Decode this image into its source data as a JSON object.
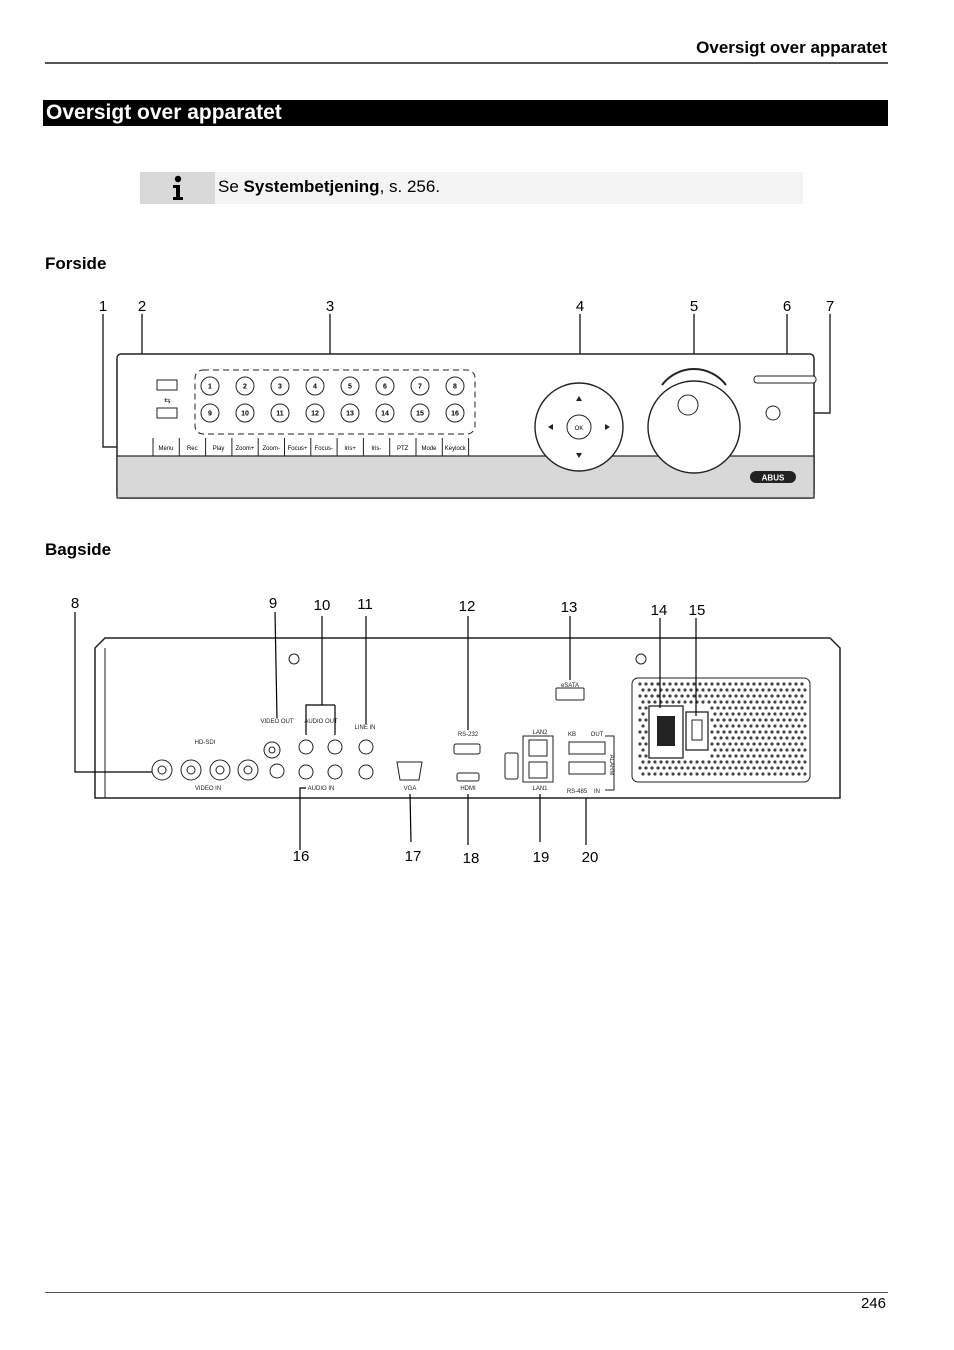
{
  "header": {
    "running_title": "Oversigt over apparatet"
  },
  "section": {
    "title": "Oversigt over apparatet"
  },
  "note": {
    "icon": "info-icon",
    "prefix": "Se ",
    "bold": "Systembetjening",
    "suffix": ", s. 256."
  },
  "front": {
    "heading": "Forside",
    "callouts": [
      "1",
      "2",
      "3",
      "4",
      "5",
      "6",
      "7"
    ],
    "channel_buttons": [
      "1",
      "2",
      "3",
      "4",
      "5",
      "6",
      "7",
      "8",
      "9",
      "10",
      "11",
      "12",
      "13",
      "14",
      "15",
      "16"
    ],
    "function_buttons": [
      "Menu",
      "Rec",
      "Play",
      "Zoom+",
      "Zoom-",
      "Focus+",
      "Focus-",
      "Iris+",
      "Iris-",
      "PTZ",
      "Mode",
      "Keylock"
    ],
    "ok_label": "OK",
    "brand": "ABUS"
  },
  "back": {
    "heading": "Bagside",
    "callouts": [
      "8",
      "9",
      "10",
      "11",
      "12",
      "13",
      "14",
      "15",
      "16",
      "17",
      "18",
      "19",
      "20"
    ],
    "labels": {
      "hd_sdi": "HD-SDI",
      "video_in": "VIDEO IN",
      "video_out": "VIDEO OUT",
      "audio_out": "AUDIO OUT",
      "line_in": "LINE IN",
      "audio_in": "AUDIO IN",
      "vga": "VGA",
      "rs232": "RS-232",
      "hdmi": "HDMI",
      "esata": "eSATA",
      "lan2": "LAN2",
      "lan1": "LAN1",
      "kb": "KB",
      "out": "OUT",
      "alarm": "ALARM",
      "rs485": "RS-485",
      "in": "IN"
    }
  },
  "footer": {
    "page_number": "246"
  }
}
